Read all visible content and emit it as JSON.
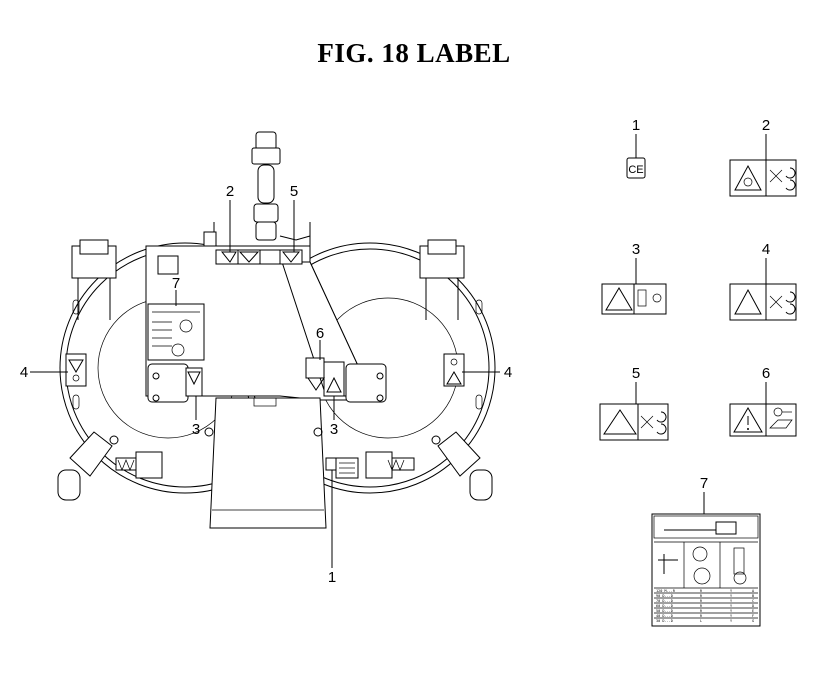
{
  "title": "FIG. 18  LABEL",
  "callouts": {
    "main": {
      "c2": "2",
      "c5": "5",
      "c7": "7",
      "c6": "6",
      "c4_left": "4",
      "c4_right": "4",
      "c3_left": "3",
      "c3_right": "3",
      "c1": "1"
    },
    "labels": {
      "l1": "1",
      "l2": "2",
      "l3": "3",
      "l4": "4",
      "l5": "5",
      "l6": "6",
      "l7": "7"
    }
  },
  "label_texts": {
    "ce_mark": "CE"
  },
  "label7_table": {
    "rows": [
      [
        "120 M...R",
        "R",
        "Y",
        "A"
      ],
      [
        "90 D...D",
        "R",
        "Y",
        "B"
      ],
      [
        "70 D...D",
        "R",
        "Y",
        "C"
      ],
      [
        "60 D...D",
        "R",
        "Y",
        "D"
      ],
      [
        "50 D...D",
        "R",
        "Y",
        "E"
      ],
      [
        "40 D...D",
        "R",
        "Y",
        "F"
      ],
      [
        "30 D...D",
        "L",
        "Y",
        "G"
      ]
    ]
  }
}
